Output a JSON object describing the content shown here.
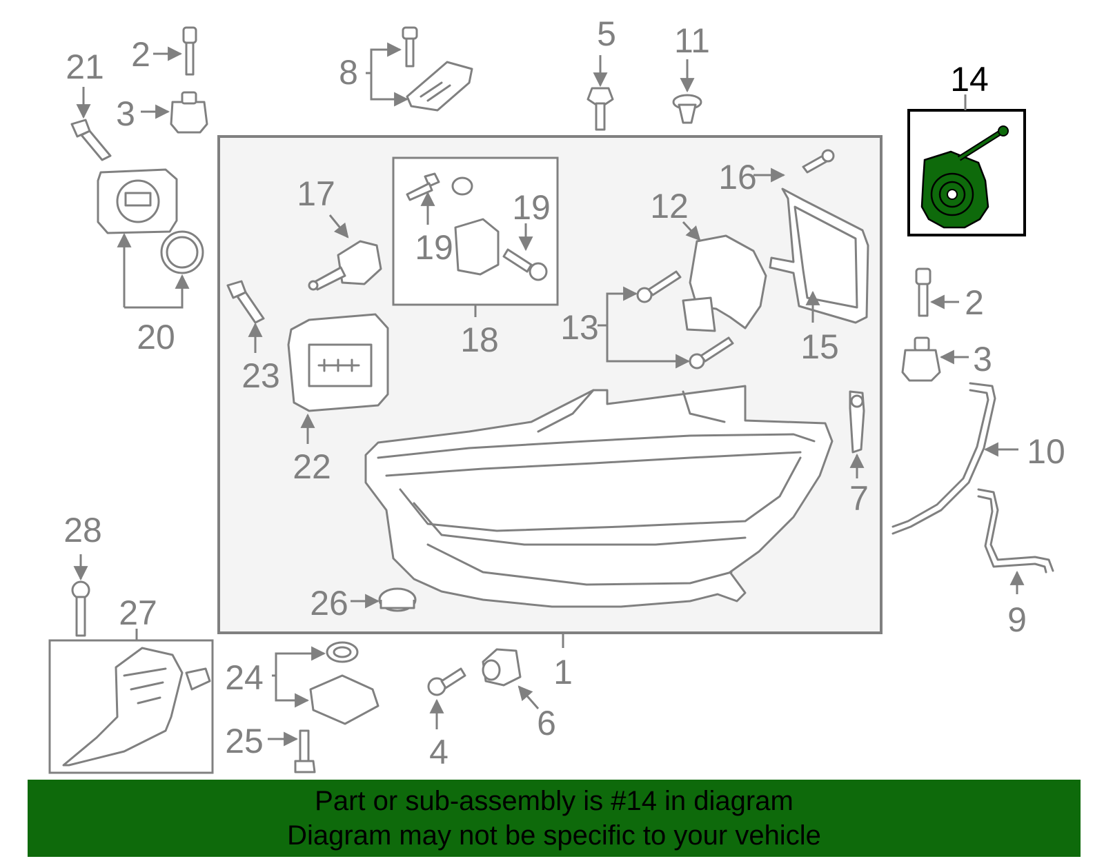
{
  "diagram": {
    "highlight_color": "#0e6a0b",
    "callouts": {
      "c1": "1",
      "c2a": "2",
      "c2b": "2",
      "c3a": "3",
      "c3b": "3",
      "c4": "4",
      "c5": "5",
      "c6": "6",
      "c7": "7",
      "c8": "8",
      "c9": "9",
      "c10": "10",
      "c11": "11",
      "c12": "12",
      "c13": "13",
      "c14": "14",
      "c15": "15",
      "c16": "16",
      "c17": "17",
      "c18": "18",
      "c19a": "19",
      "c19b": "19",
      "c20": "20",
      "c21": "21",
      "c22": "22",
      "c23": "23",
      "c24": "24",
      "c25": "25",
      "c26": "26",
      "c27": "27",
      "c28": "28"
    }
  },
  "banner": {
    "line1": "Part or sub-assembly is #14 in diagram",
    "line2": "Diagram may not be specific to your vehicle"
  }
}
